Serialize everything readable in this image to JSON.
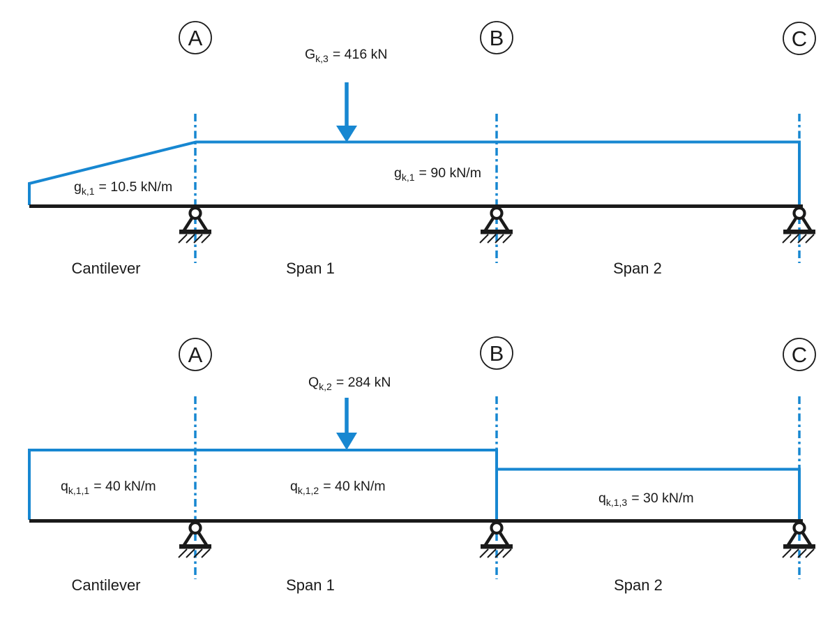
{
  "colors": {
    "accent_blue": "#1787D1",
    "line_ink": "#1A1A1A"
  },
  "diagram_permanent": {
    "nodes": [
      "A",
      "B",
      "C"
    ],
    "point_load": {
      "base": "G",
      "sub": "k,3",
      "value": "= 416 kN"
    },
    "load_cantilever": {
      "base": "g",
      "sub": "k,1",
      "value": "= 10.5 kN/m"
    },
    "load_span": {
      "base": "g",
      "sub": "k,1",
      "value": "= 90 kN/m"
    },
    "sections": [
      "Cantilever",
      "Span 1",
      "Span 2"
    ]
  },
  "diagram_variable": {
    "nodes": [
      "A",
      "B",
      "C"
    ],
    "point_load": {
      "base": "Q",
      "sub": "k,2",
      "value": "= 284 kN"
    },
    "load_cantilever": {
      "base": "q",
      "sub": "k,1,1",
      "value": "= 40 kN/m"
    },
    "load_span1": {
      "base": "q",
      "sub": "k,1,2",
      "value": "= 40 kN/m"
    },
    "load_span2": {
      "base": "q",
      "sub": "k,1,3",
      "value": "= 30 kN/m"
    },
    "sections": [
      "Cantilever",
      "Span 1",
      "Span 2"
    ]
  }
}
